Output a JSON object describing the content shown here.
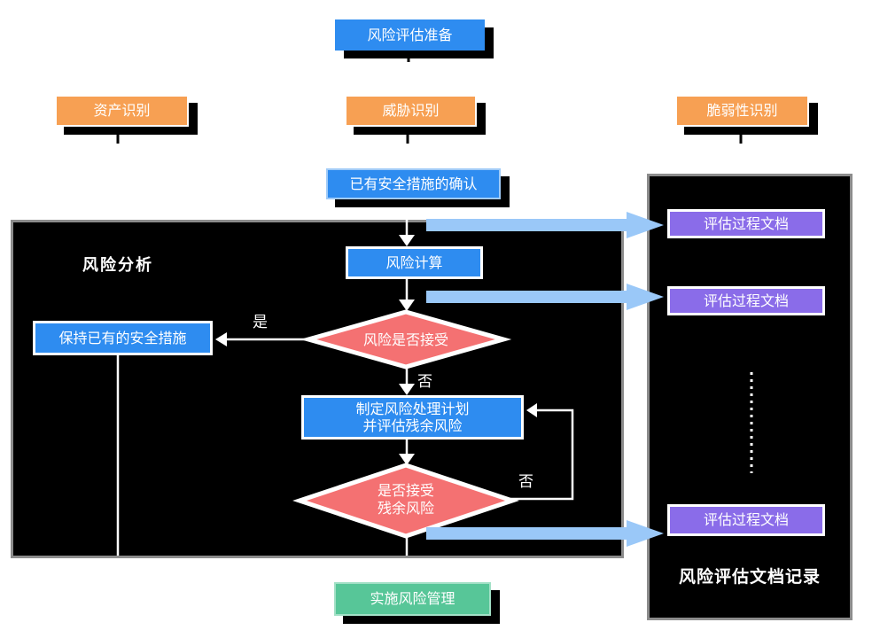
{
  "nodes": {
    "prepare": "风险评估准备",
    "asset": "资产识别",
    "threat": "威胁识别",
    "vulnerability": "脆弱性识别",
    "confirm": "已有安全措施的确认",
    "analysis_title": "风险分析",
    "calculate": "风险计算",
    "decision_accept": "风险是否接受",
    "keep_measures": "保持已有的安全措施",
    "plan_line1": "制定风险处理计划",
    "plan_line2": "并评估残余风险",
    "decision_residual_line1": "是否接受",
    "decision_residual_line2": "残余风险",
    "implement": "实施风险管理"
  },
  "edge_labels": {
    "yes": "是",
    "no_accept": "否",
    "no_residual": "否"
  },
  "document_panel": {
    "title": "风险评估文档记录",
    "docs": [
      "评估过程文档",
      "评估过程文档",
      "评估过程文档"
    ]
  },
  "colors": {
    "process_blue": "#2E8CF0",
    "identify_orange": "#F7A053",
    "decision_red": "#F47172",
    "document_purple": "#8A6CE9",
    "implement_green": "#57C698",
    "flow_arrow_blue": "#9AC8F8",
    "panel_background": "#000000",
    "panel_border": "#8C8C8C",
    "connector_white": "#FFFFFF",
    "shadow_black": "#000000"
  }
}
